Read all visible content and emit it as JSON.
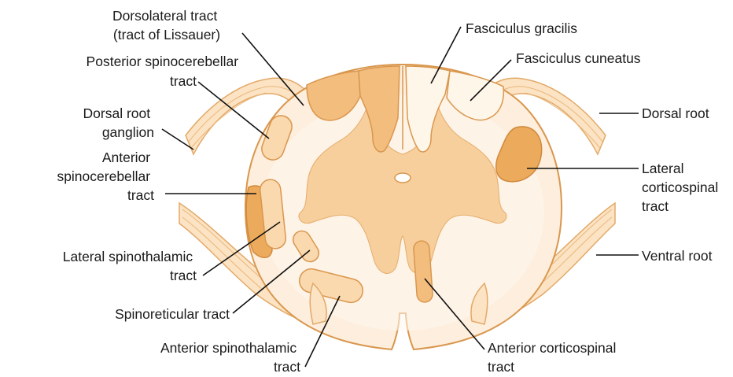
{
  "labels": {
    "dorsolateral_tract": [
      "Dorsolateral tract",
      "(tract of Lissauer)"
    ],
    "posterior_spinocerebellar": [
      "Posterior spinocerebellar",
      "tract"
    ],
    "dorsal_root_ganglion": [
      "Dorsal root",
      "ganglion"
    ],
    "anterior_spinocerebellar": [
      "Anterior",
      "spinocerebellar",
      "tract"
    ],
    "lateral_spinothalamic": [
      "Lateral spinothalamic",
      "tract"
    ],
    "spinoreticular": [
      "Spinoreticular tract"
    ],
    "anterior_spinothalamic": [
      "Anterior spinothalamic",
      "tract"
    ],
    "fasciculus_gracilis": [
      "Fasciculus gracilis"
    ],
    "fasciculus_cuneatus": [
      "Fasciculus cuneatus"
    ],
    "dorsal_root": [
      "Dorsal root"
    ],
    "lateral_corticospinal": [
      "Lateral",
      "corticospinal",
      "tract"
    ],
    "ventral_root": [
      "Ventral root"
    ],
    "anterior_corticospinal": [
      "Anterior corticospinal",
      "tract"
    ]
  },
  "colors": {
    "outline": "#d9974e",
    "white_matter": "#fdeedd",
    "grey_matter": "#f7cf9d",
    "dark_tract": "#ecaa5c",
    "light_tract": "#fbd9ae"
  }
}
